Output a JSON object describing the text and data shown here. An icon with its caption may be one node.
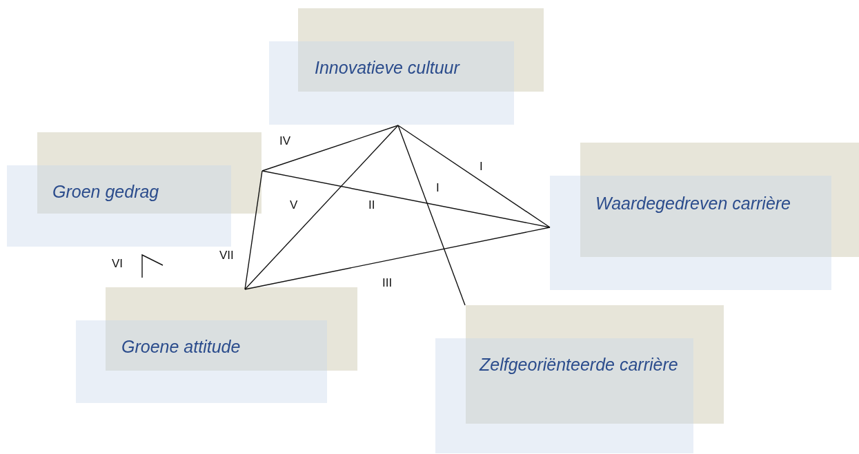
{
  "diagram": {
    "nodes": [
      {
        "text": [
          "Innovatieve cultuur"
        ]
      },
      {
        "text": [
          "Groen gedrag"
        ]
      },
      {
        "text": [
          "Waardegedreven carrière"
        ]
      },
      {
        "text": [
          "Groene attitude"
        ]
      },
      {
        "text": [
          "Zelfgeoriënteerde carrière"
        ]
      }
    ],
    "edges": [
      {
        "from": 0,
        "to": 1,
        "arrow": "none"
      },
      {
        "from": 0,
        "to": 2,
        "arrow": "none"
      },
      {
        "from": 0,
        "to": 3,
        "arrow": "none"
      },
      {
        "from": 0,
        "to": 4,
        "arrow": "none"
      },
      {
        "from": 1,
        "to": 2,
        "arrow": "none"
      },
      {
        "from": 1,
        "to": 3,
        "arrow": "none"
      },
      {
        "from": 3,
        "to": 2,
        "arrow": "none"
      }
    ],
    "labels": [
      "IV",
      "I",
      "I",
      "V",
      "II",
      "VI",
      "VII",
      "III"
    ]
  }
}
